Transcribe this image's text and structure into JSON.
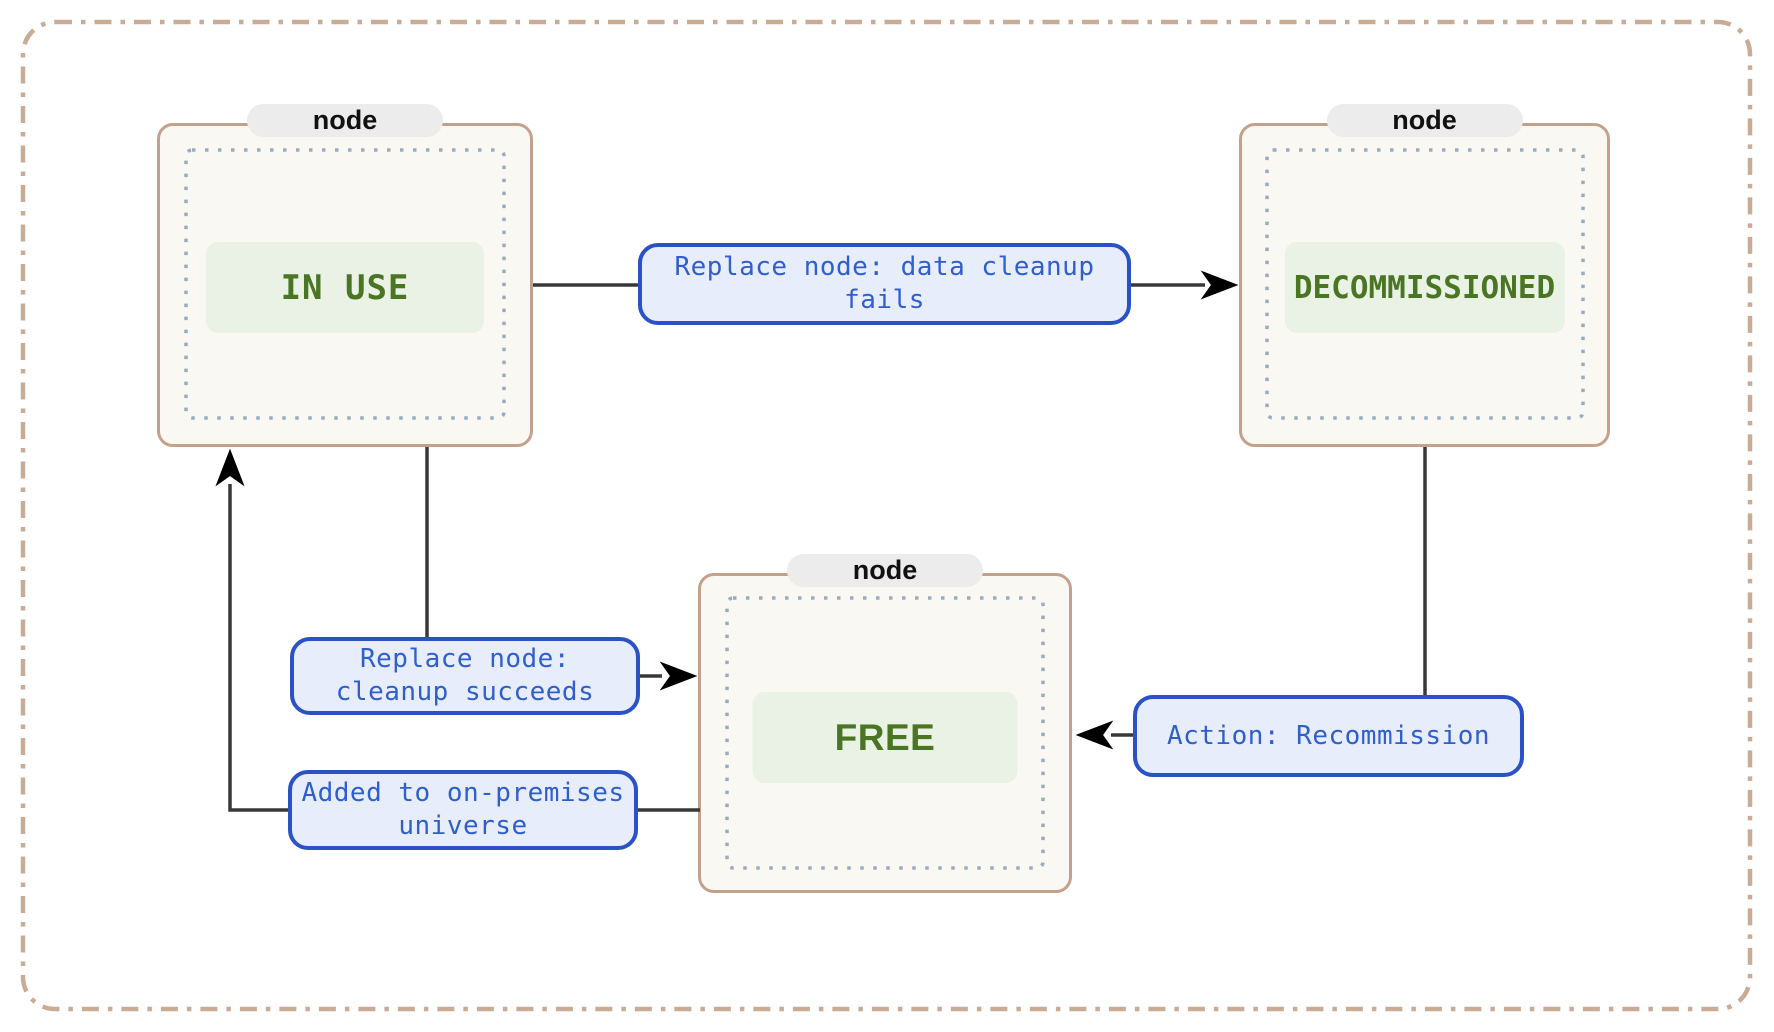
{
  "diagram_type": "node-lifecycle-state-diagram",
  "nodes": [
    {
      "id": "in_use",
      "tab_label": "node",
      "state_label": "IN USE"
    },
    {
      "id": "decommissioned",
      "tab_label": "node",
      "state_label": "DECOMMISSIONED"
    },
    {
      "id": "free",
      "tab_label": "node",
      "state_label": "FREE"
    }
  ],
  "edges": [
    {
      "from": "IN USE",
      "to": "DECOMMISSIONED",
      "label": "Replace node: data cleanup\nfails"
    },
    {
      "from": "IN USE",
      "to": "FREE",
      "label": "Replace node:\ncleanup succeeds"
    },
    {
      "from": "FREE",
      "to": "IN USE",
      "label": "Added to on-premises\nuniverse"
    },
    {
      "from": "DECOMMISSIONED",
      "to": "FREE",
      "label": "Action: Recommission"
    }
  ],
  "colors": {
    "outer_border": "#c9ab96",
    "node_border": "#c3a18c",
    "node_fill": "#faf8f3",
    "tab_fill": "#ececec",
    "tab_text": "#111111",
    "dotted_border": "#97abc1",
    "state_fill": "#e9f2e5",
    "state_text": "#4a7523",
    "edge_label_fill": "#e7edfb",
    "edge_label_border": "#2b51c7",
    "edge_label_text": "#2f5ecd",
    "edge_line": "#383838",
    "arrowhead": "#000000"
  }
}
